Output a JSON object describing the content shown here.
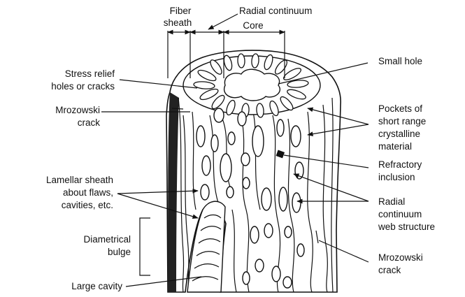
{
  "diagram": {
    "top_labels": {
      "fiber_sheath": [
        "Fiber",
        "sheath"
      ],
      "radial_continuum": "Radial continuum",
      "core": "Core"
    },
    "left_labels": {
      "stress_relief": [
        "Stress relief",
        "holes or cracks"
      ],
      "mrozowski_left": [
        "Mrozowski",
        "crack"
      ],
      "lamellar_sheath": [
        "Lamellar sheath",
        "about flaws,",
        "cavities, etc."
      ],
      "diametrical_bulge": [
        "Diametrical",
        "bulge"
      ],
      "large_cavity": "Large cavity"
    },
    "right_labels": {
      "small_hole": "Small hole",
      "pockets": [
        "Pockets of",
        "short range",
        "crystalline",
        "material"
      ],
      "refractory": [
        "Refractory",
        "inclusion"
      ],
      "radial_web": [
        "Radial",
        "continuum",
        "web structure"
      ],
      "mrozowski_right": [
        "Mrozowski",
        "crack"
      ]
    },
    "colors": {
      "ink": "#111111",
      "background": "#ffffff"
    }
  }
}
